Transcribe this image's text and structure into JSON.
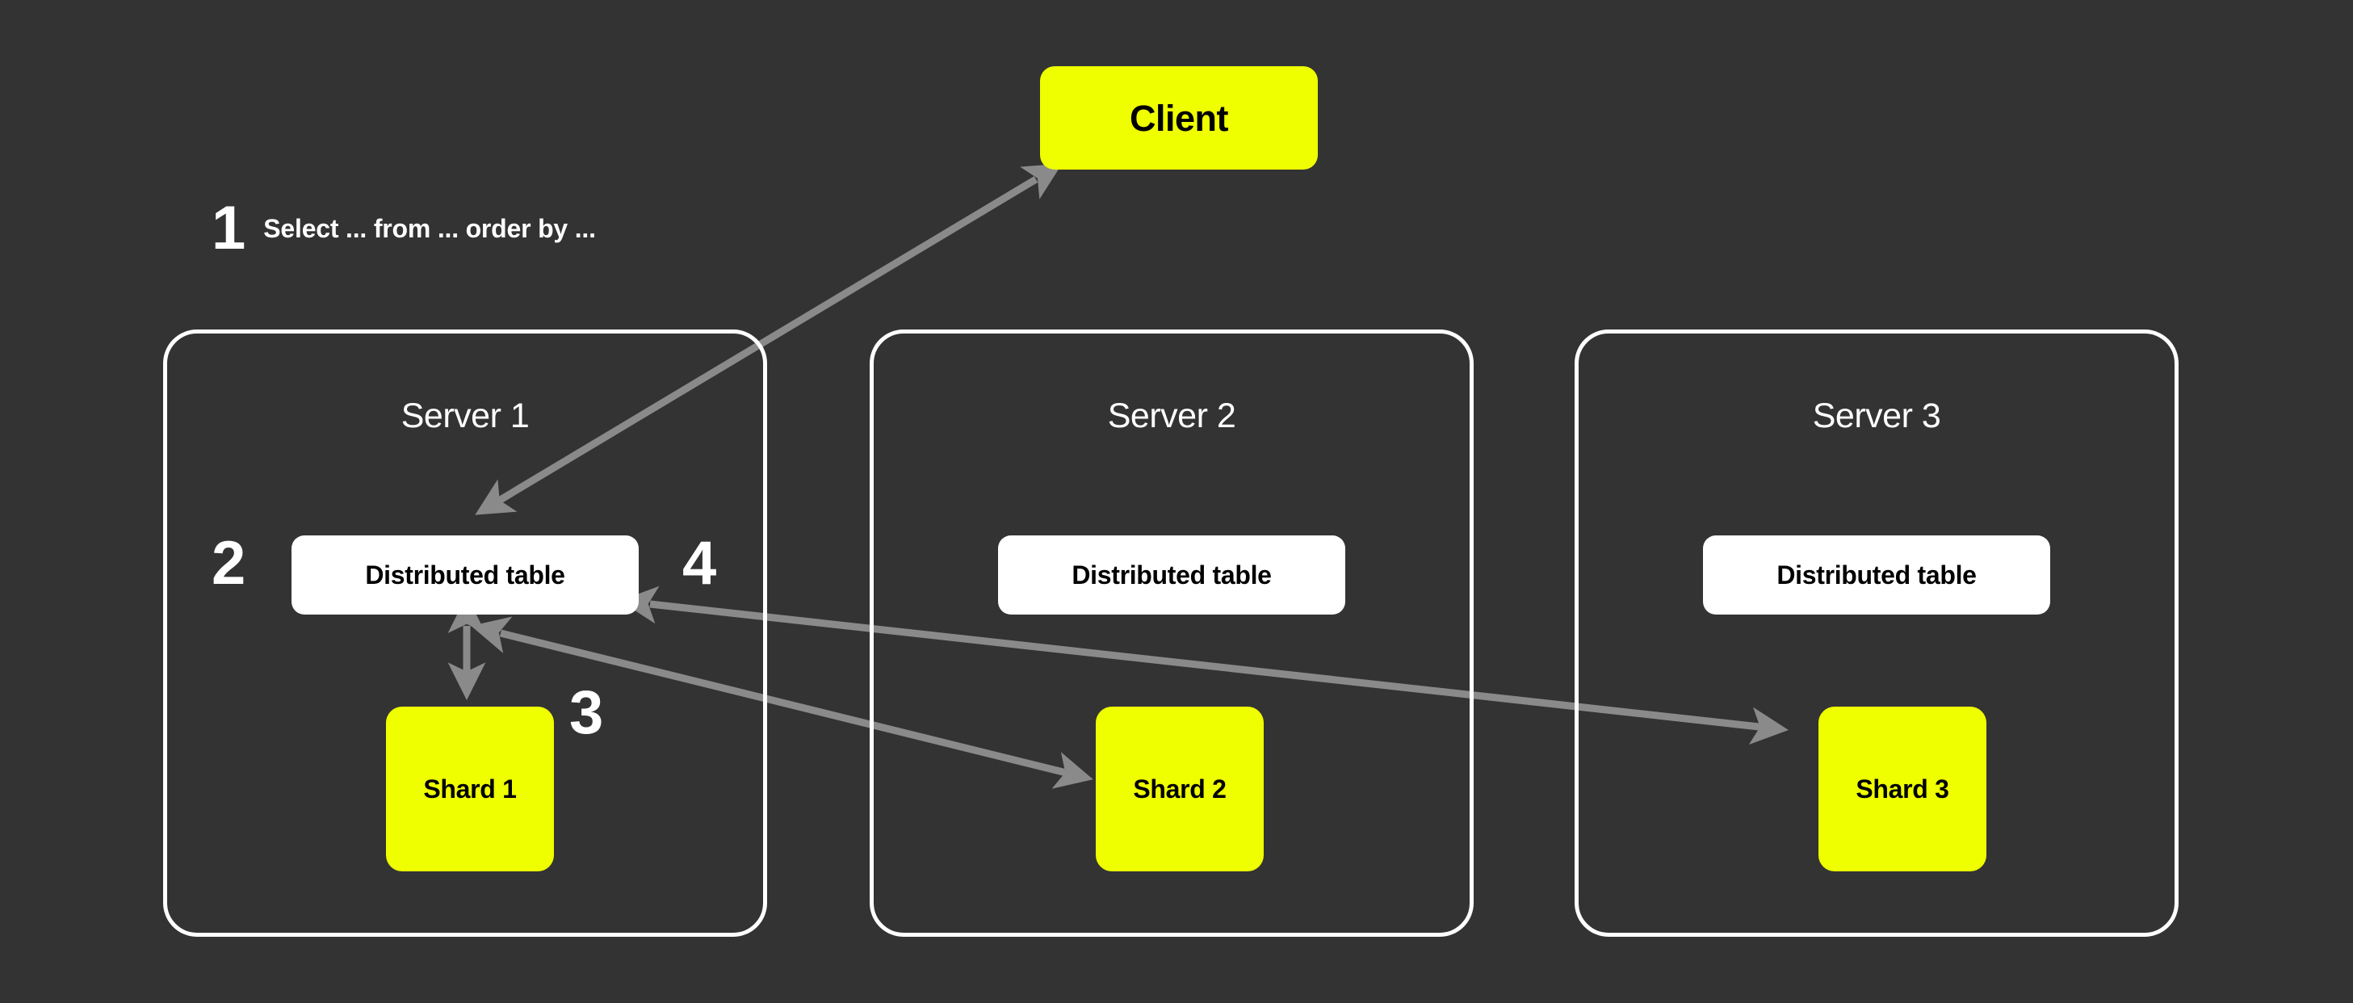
{
  "diagram": {
    "title_node": {
      "label": "Client"
    },
    "background_color": "#333333",
    "accent_color": "#EFFF00",
    "panel_border_color": "#FFFFFF",
    "arrow_color": "#8A8A8A",
    "table_color": "#FFFFFF",
    "steps": [
      {
        "number": "1",
        "text": "Select ... from ... order by ..."
      },
      {
        "number": "2",
        "text": ""
      },
      {
        "number": "3",
        "text": ""
      },
      {
        "number": "4",
        "text": ""
      }
    ],
    "servers": [
      {
        "title": "Server 1",
        "distributed_table": "Distributed table",
        "shard": "Shard 1"
      },
      {
        "title": "Server 2",
        "distributed_table": "Distributed table",
        "shard": "Shard 2"
      },
      {
        "title": "Server 3",
        "distributed_table": "Distributed table",
        "shard": "Shard 3"
      }
    ],
    "connections": [
      {
        "name": "client-to-distributed-table-1",
        "from": "Client",
        "to": "Distributed table (Server 1)",
        "direction": "bidirectional"
      },
      {
        "name": "distributed-table-1-to-shard-1",
        "from": "Distributed table (Server 1)",
        "to": "Shard 1",
        "direction": "bidirectional"
      },
      {
        "name": "distributed-table-1-to-shard-2",
        "from": "Distributed table (Server 1)",
        "to": "Shard 2",
        "direction": "bidirectional"
      },
      {
        "name": "distributed-table-1-to-shard-3",
        "from": "Distributed table (Server 1)",
        "to": "Shard 3",
        "direction": "bidirectional"
      }
    ]
  }
}
